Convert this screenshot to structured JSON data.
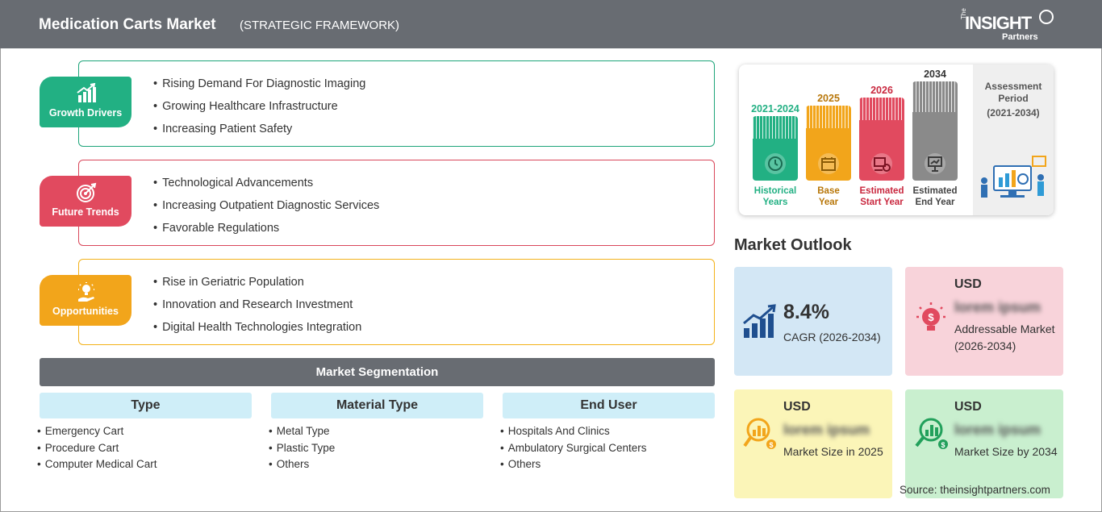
{
  "header": {
    "title": "Medication Carts Market",
    "subtitle": "(STRATEGIC FRAMEWORK)",
    "logo": {
      "the": "The",
      "insight": "INSIGHT",
      "partners": "Partners"
    }
  },
  "categories": [
    {
      "label": "Growth Drivers",
      "icon": "bar-growth-icon",
      "color": "#22b083",
      "items": [
        "Rising Demand For Diagnostic Imaging",
        "Growing Healthcare Infrastructure",
        "Increasing Patient Safety"
      ]
    },
    {
      "label": "Future Trends",
      "icon": "target-icon",
      "color": "#e14a5f",
      "items": [
        "Technological Advancements",
        "Increasing Outpatient Diagnostic Services",
        "Favorable Regulations"
      ]
    },
    {
      "label": "Opportunities",
      "icon": "idea-hand-icon",
      "color": "#f2a51b",
      "items": [
        "Rise in Geriatric Population",
        "Innovation and Research Investment",
        "Digital Health Technologies Integration"
      ]
    }
  ],
  "segmentation": {
    "title": "Market Segmentation",
    "columns": [
      {
        "head": "Type",
        "items": [
          "Emergency Cart",
          "Procedure Cart",
          "Computer Medical Cart"
        ]
      },
      {
        "head": "Material Type",
        "items": [
          "Metal Type",
          "Plastic Type",
          "Others"
        ]
      },
      {
        "head": "End User",
        "items": [
          "Hospitals And Clinics",
          "Ambulatory Surgical Centers",
          "Others"
        ]
      }
    ]
  },
  "timeline": {
    "columns": [
      {
        "year": "2021-2024",
        "caption1": "Historical",
        "caption2": "Years",
        "color": "#22b083",
        "icon": "history-icon"
      },
      {
        "year": "2025",
        "caption1": "Base",
        "caption2": "Year",
        "color": "#f2a51b",
        "icon": "calendar-icon"
      },
      {
        "year": "2026",
        "caption1": "Estimated",
        "caption2": "Start Year",
        "color": "#e14a5f",
        "icon": "forecast-icon"
      },
      {
        "year": "2034",
        "caption1": "Estimated",
        "caption2": "End Year",
        "color": "#8a8a8a",
        "icon": "presentation-icon"
      }
    ],
    "assessment": {
      "line1": "Assessment",
      "line2": "Period",
      "range": "(2021-2034)"
    }
  },
  "outlook": {
    "title": "Market Outlook",
    "cagr": {
      "value": "8.4%",
      "label": "CAGR (2026-2034)",
      "color": "#d3e7f5"
    },
    "addressable": {
      "usd": "USD",
      "value": "lorem ipsum",
      "label": "Addressable Market (2026-2034)",
      "color": "#f8d3da"
    },
    "size2025": {
      "usd": "USD",
      "value": "lorem ipsum",
      "label": "Market Size in 2025",
      "color": "#fbf5b8"
    },
    "size2034": {
      "usd": "USD",
      "value": "lorem ipsum",
      "label": "Market Size by 2034",
      "color": "#c9efcf"
    }
  },
  "source": "Source: theinsightpartners.com"
}
